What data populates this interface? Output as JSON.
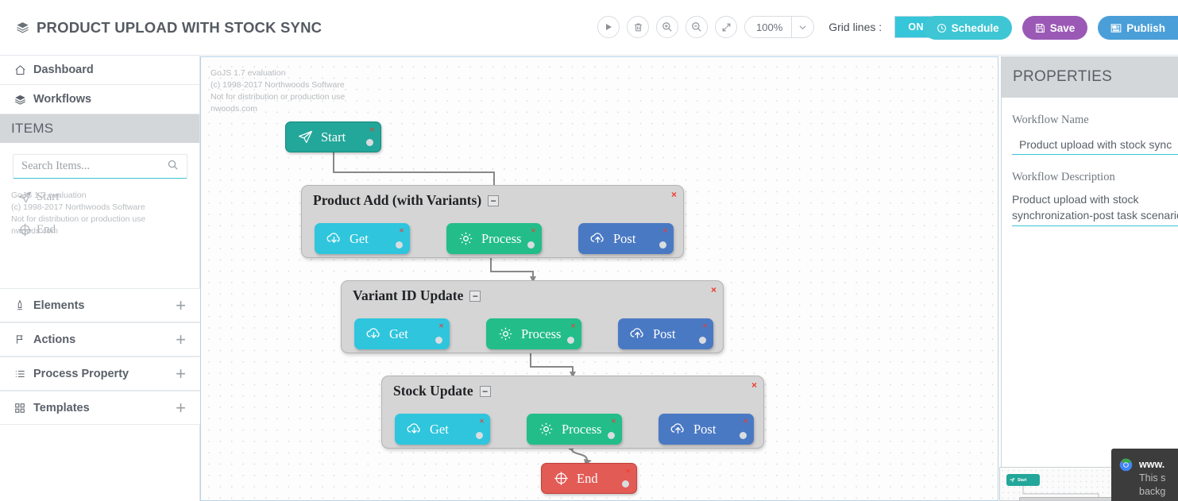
{
  "header": {
    "title": "PRODUCT UPLOAD WITH STOCK SYNC",
    "title_icon": "layers-icon",
    "toolbar": {
      "run_icon": "play-icon",
      "delete_icon": "trash-icon",
      "zoom_in_icon": "zoom-in-icon",
      "zoom_out_icon": "zoom-out-icon",
      "fit_icon": "expand-arrows-icon",
      "zoom_value": "100%",
      "zoom_caret_icon": "chevron-down-icon",
      "grid_label": "Grid lines :",
      "grid_state": "ON"
    },
    "actions": [
      {
        "label": "Schedule",
        "icon": "clock-icon",
        "color": "#3ec6d4"
      },
      {
        "label": "Save",
        "icon": "floppy-disk-icon",
        "color": "#9b59b6"
      },
      {
        "label": "Publish",
        "icon": "newspaper-icon",
        "color": "#4a9fd8"
      }
    ]
  },
  "sidebar": {
    "nav": [
      {
        "label": "Dashboard",
        "icon": "home-icon"
      },
      {
        "label": "Workflows",
        "icon": "layers-icon"
      }
    ],
    "section_title": "ITEMS",
    "search": {
      "placeholder": "Search Items...",
      "value": "",
      "icon": "search-icon"
    },
    "palette": {
      "watermark": [
        "GoJS 1.7 evaluation",
        "(c) 1998-2017 Northwoods Software",
        "Not for distribution or production use",
        "nwoods.com"
      ],
      "items": [
        {
          "label": "Start",
          "icon": "paper-plane-icon"
        },
        {
          "label": "End",
          "icon": "crosshair-icon"
        }
      ]
    },
    "accordions": [
      {
        "label": "Elements",
        "icon": "monument-icon",
        "expand": "+"
      },
      {
        "label": "Actions",
        "icon": "flag-icon",
        "expand": "+"
      },
      {
        "label": "Process Property",
        "icon": "list-icon",
        "expand": "+"
      },
      {
        "label": "Templates",
        "icon": "grid-icon",
        "expand": "+"
      }
    ]
  },
  "canvas": {
    "watermark": [
      "GoJS 1.7 evaluation",
      "(c) 1998-2017 Northwoods Software",
      "Not for distribution or production use",
      "nwoods.com"
    ],
    "nodes": [
      {
        "id": "start",
        "label": "Start",
        "icon": "paper-plane-icon",
        "color": "#22a79a"
      },
      {
        "id": "end",
        "label": "End",
        "icon": "crosshair-icon",
        "color": "#e35b55"
      }
    ],
    "groups": [
      {
        "title": "Product Add (with Variants)",
        "collapse": "−",
        "close": "×",
        "tasks": [
          {
            "label": "Get",
            "icon": "cloud-download-icon",
            "color": "#2fc5dd"
          },
          {
            "label": "Process",
            "icon": "gear-icon",
            "color": "#23bd8a"
          },
          {
            "label": "Post",
            "icon": "cloud-upload-icon",
            "color": "#4a79c4"
          }
        ]
      },
      {
        "title": "Variant ID Update",
        "collapse": "−",
        "close": "×",
        "tasks": [
          {
            "label": "Get",
            "icon": "cloud-download-icon",
            "color": "#2fc5dd"
          },
          {
            "label": "Process",
            "icon": "gear-icon",
            "color": "#23bd8a"
          },
          {
            "label": "Post",
            "icon": "cloud-upload-icon",
            "color": "#4a79c4"
          }
        ]
      },
      {
        "title": "Stock Update",
        "collapse": "−",
        "close": "×",
        "tasks": [
          {
            "label": "Get",
            "icon": "cloud-download-icon",
            "color": "#2fc5dd"
          },
          {
            "label": "Process",
            "icon": "gear-icon",
            "color": "#23bd8a"
          },
          {
            "label": "Post",
            "icon": "cloud-upload-icon",
            "color": "#4a79c4"
          }
        ]
      }
    ],
    "node_close": "×"
  },
  "properties": {
    "heading": "PROPERTIES",
    "name_label": "Workflow Name",
    "name_value": "Product upload with stock sync",
    "desc_label": "Workflow Description",
    "desc_value": "Product upload with stock synchronization-post task scenario"
  },
  "minimap": {
    "node_label": "Start"
  },
  "notification": {
    "line1": "www.",
    "line2": "This s",
    "line3": "backg",
    "icon": "chrome-icon"
  }
}
